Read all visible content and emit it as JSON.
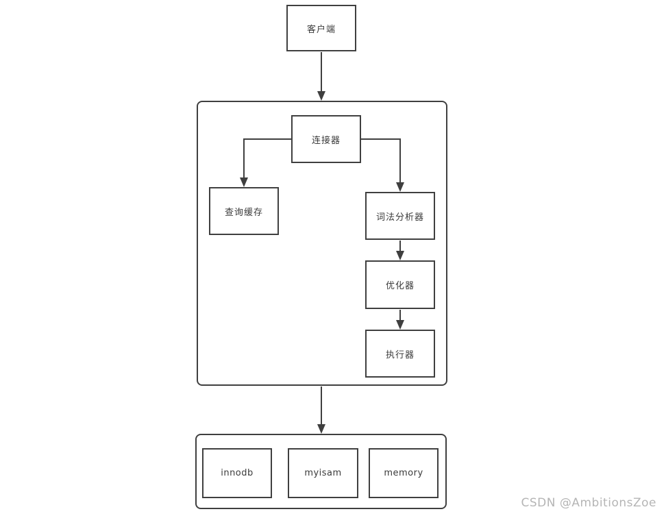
{
  "diagram": {
    "nodes": {
      "client": {
        "label": "客户端"
      },
      "connector": {
        "label": "连接器"
      },
      "query_cache": {
        "label": "查询缓存"
      },
      "lexer": {
        "label": "词法分析器"
      },
      "optimizer": {
        "label": "优化器"
      },
      "executor": {
        "label": "执行器"
      },
      "innodb": {
        "label": "innodb"
      },
      "myisam": {
        "label": "myisam"
      },
      "memory": {
        "label": "memory"
      }
    },
    "containers": {
      "server_layer": {
        "contains": [
          "connector",
          "query_cache",
          "lexer",
          "optimizer",
          "executor"
        ]
      },
      "storage_engines": {
        "contains": [
          "innodb",
          "myisam",
          "memory"
        ]
      }
    },
    "edges": [
      {
        "from": "client",
        "to": "server_layer"
      },
      {
        "from": "connector",
        "to": "query_cache"
      },
      {
        "from": "connector",
        "to": "lexer"
      },
      {
        "from": "lexer",
        "to": "optimizer"
      },
      {
        "from": "optimizer",
        "to": "executor"
      },
      {
        "from": "server_layer",
        "to": "storage_engines"
      }
    ],
    "colors": {
      "stroke": "#3f3f3f",
      "text": "#3a3a3a",
      "background": "#ffffff",
      "watermark": "#b5b5b5"
    }
  },
  "watermark": {
    "text": "CSDN @AmbitionsZoe"
  }
}
